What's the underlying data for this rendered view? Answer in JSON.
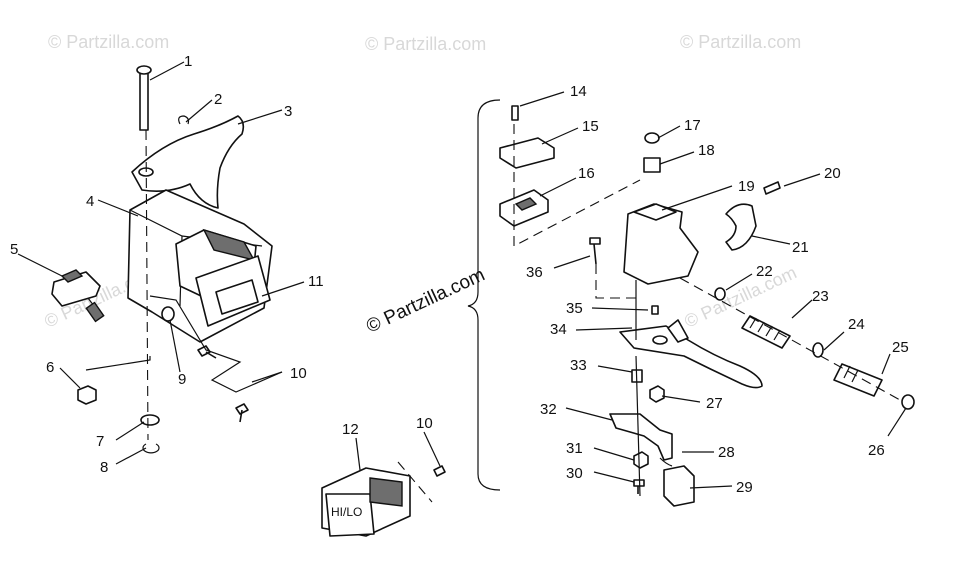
{
  "watermark": "© Partzilla.com",
  "switch_label": "HI/LO",
  "callouts": [
    "1",
    "2",
    "3",
    "4",
    "5",
    "6",
    "7",
    "8",
    "9",
    "10",
    "10",
    "11",
    "12",
    "14",
    "15",
    "16",
    "17",
    "18",
    "19",
    "20",
    "21",
    "22",
    "23",
    "24",
    "25",
    "26",
    "27",
    "28",
    "29",
    "30",
    "31",
    "32",
    "33",
    "34",
    "35",
    "36"
  ]
}
